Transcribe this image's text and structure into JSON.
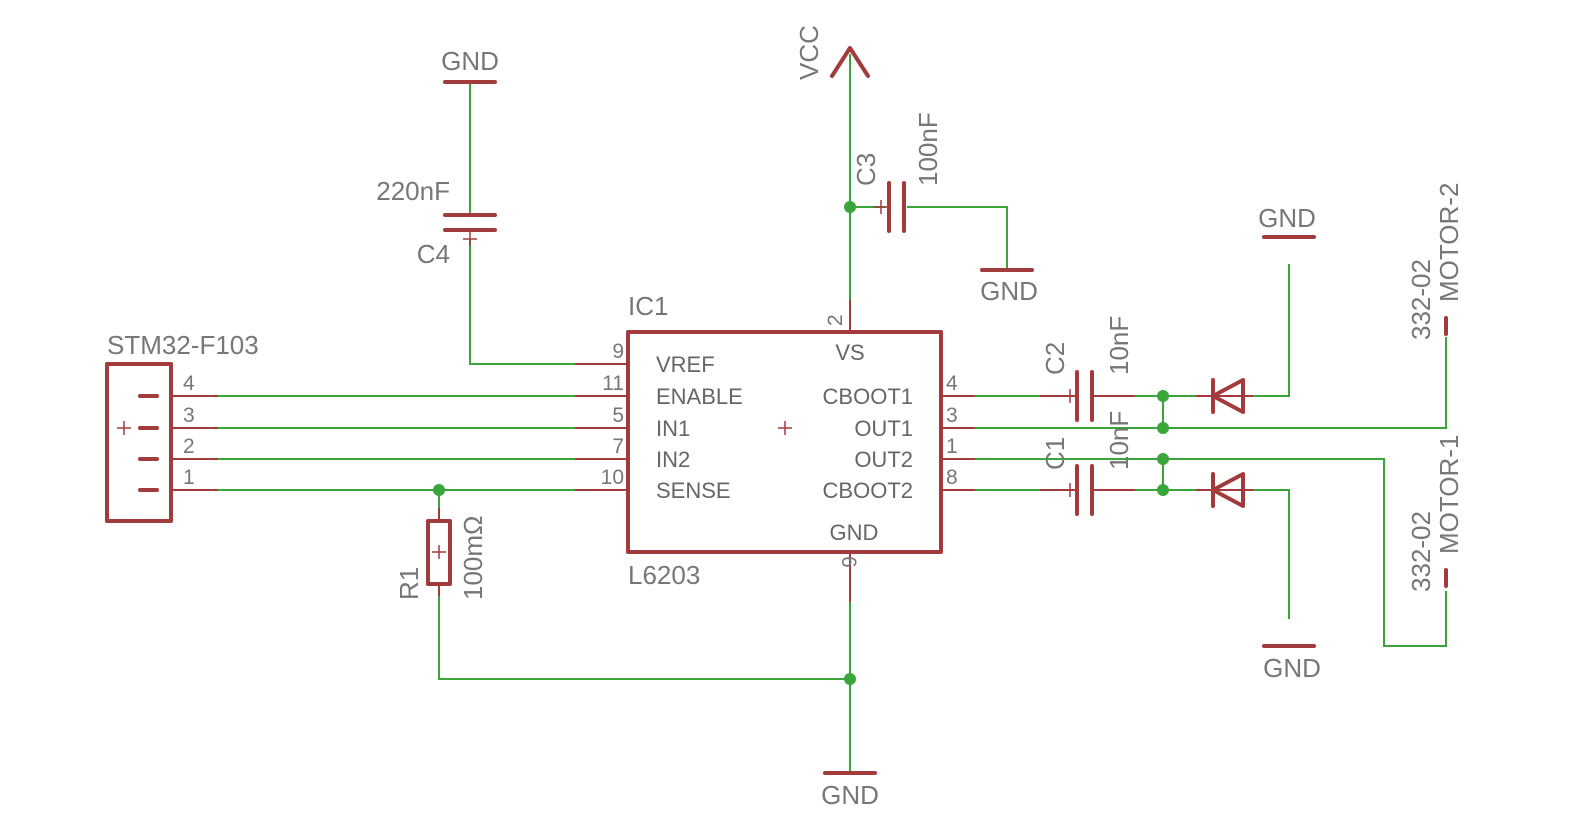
{
  "ic": {
    "name": "IC1",
    "value": "L6203",
    "pins_left": [
      {
        "num": "9",
        "label": "VREF"
      },
      {
        "num": "11",
        "label": "ENABLE"
      },
      {
        "num": "5",
        "label": "IN1"
      },
      {
        "num": "7",
        "label": "IN2"
      },
      {
        "num": "10",
        "label": "SENSE"
      }
    ],
    "pins_right": [
      {
        "num": "4",
        "label": "CBOOT1"
      },
      {
        "num": "3",
        "label": "OUT1"
      },
      {
        "num": "1",
        "label": "OUT2"
      },
      {
        "num": "8",
        "label": "CBOOT2"
      }
    ],
    "pin_top": {
      "num": "2",
      "label": "VS"
    },
    "pin_bottom": {
      "num": "6",
      "label": "GND"
    }
  },
  "connector": {
    "name": "STM32-F103",
    "pins": [
      "4",
      "3",
      "2",
      "1"
    ]
  },
  "caps": {
    "c1": {
      "name": "C1",
      "value": "10nF"
    },
    "c2": {
      "name": "C2",
      "value": "10nF"
    },
    "c3": {
      "name": "C3",
      "value": "100nF"
    },
    "c4": {
      "name": "C4",
      "value": "220nF"
    }
  },
  "resistor": {
    "name": "R1",
    "value": "100mΩ"
  },
  "supply": {
    "vcc": "VCC",
    "gnd": "GND"
  },
  "motor2": {
    "part": "332-02",
    "name": "MOTOR-2"
  },
  "motor1": {
    "part": "332-02",
    "name": "MOTOR-1"
  },
  "colors": {
    "wire": "#3aa63a",
    "part": "#a23c3c",
    "text": "#777777"
  }
}
